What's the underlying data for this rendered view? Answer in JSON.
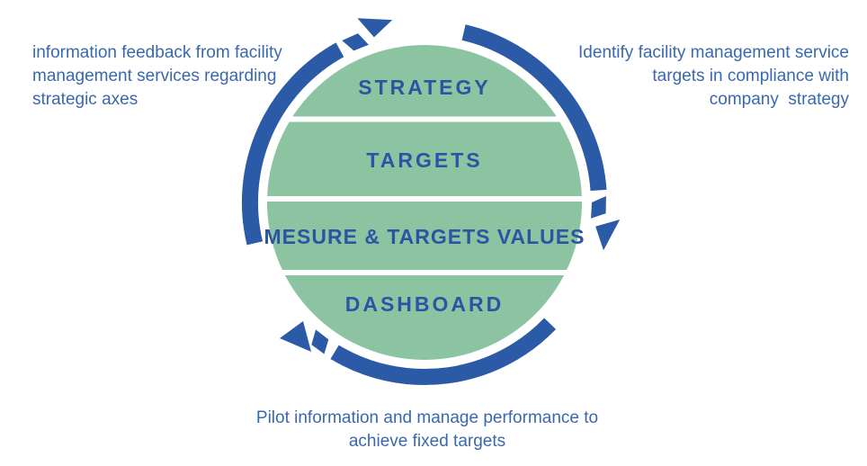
{
  "diagram": {
    "bands": [
      "STRATEGY",
      "TARGETS",
      "MESURE & TARGETS VALUES",
      "DASHBOARD"
    ],
    "annotations": {
      "left": "information feedback from facility\nmanagement services regarding\nstrategic axes",
      "right": "Identify facility management service\ntargets in compliance with\ncompany  strategy",
      "bottom": "Pilot information and manage performance to\nachieve fixed targets"
    },
    "arrows": [
      {
        "icon": "clockwise-arrow-top-icon",
        "direction": "right"
      },
      {
        "icon": "clockwise-arrow-right-icon",
        "direction": "down"
      },
      {
        "icon": "clockwise-arrow-bottom-icon",
        "direction": "left"
      }
    ],
    "colors": {
      "circle_green": "#8cc4a2",
      "arc_blue": "#2b5aa6",
      "band_label_blue": "#2a55a4",
      "annotation_blue": "#3a68b0",
      "divider_white": "#ffffff"
    }
  }
}
